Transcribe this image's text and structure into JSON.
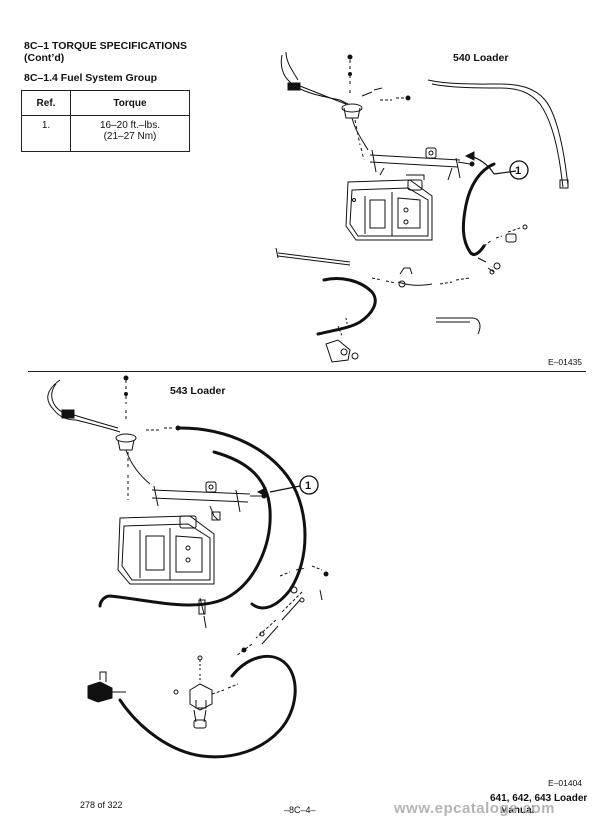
{
  "header": {
    "title": "8C–1 TORQUE SPECIFICATIONS",
    "subtitle": "(Cont’d)",
    "group": "8C–1.4 Fuel System Group"
  },
  "torque_table": {
    "headers": [
      "Ref.",
      "Torque"
    ],
    "rows": [
      {
        "ref": "1.",
        "torque_line1": "16–20  ft.–lbs.",
        "torque_line2": "(21–27 Nm)"
      }
    ]
  },
  "figures": {
    "top": {
      "label": "540 Loader",
      "code": "E–01435",
      "callout": "1"
    },
    "bottom": {
      "label": "543 Loader",
      "code": "E–01404",
      "callout": "1"
    }
  },
  "footer": {
    "page_count": "278 of 322",
    "section": "–8C–4–",
    "model": "641, 642, 643 Loader",
    "manual": "Manual",
    "watermark": "www.epcatalogs.com"
  }
}
